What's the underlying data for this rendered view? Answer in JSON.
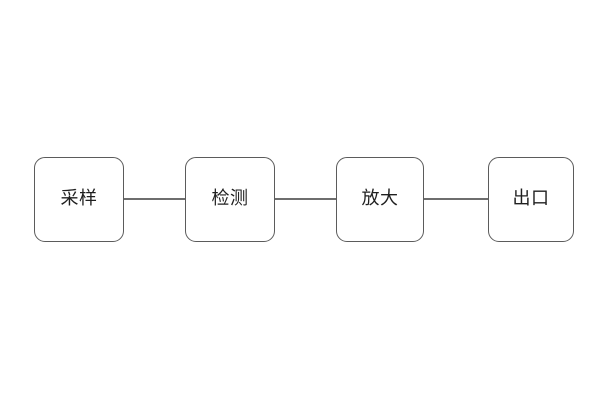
{
  "diagram": {
    "type": "flowchart",
    "orientation": "horizontal",
    "background_color": "#ffffff",
    "node_border_color": "#5b5b5b",
    "node_fill_color": "#ffffff",
    "node_text_color": "#1f1f1f",
    "connector_color": "#6e6e6e",
    "nodes": [
      {
        "id": "node-1",
        "label": "采样"
      },
      {
        "id": "node-2",
        "label": "检测"
      },
      {
        "id": "node-3",
        "label": "放大"
      },
      {
        "id": "node-4",
        "label": "出口"
      }
    ],
    "connectors": [
      {
        "id": "connector-1",
        "from": "node-1",
        "to": "node-2"
      },
      {
        "id": "connector-2",
        "from": "node-2",
        "to": "node-3"
      },
      {
        "id": "connector-3",
        "from": "node-3",
        "to": "node-4"
      }
    ]
  }
}
